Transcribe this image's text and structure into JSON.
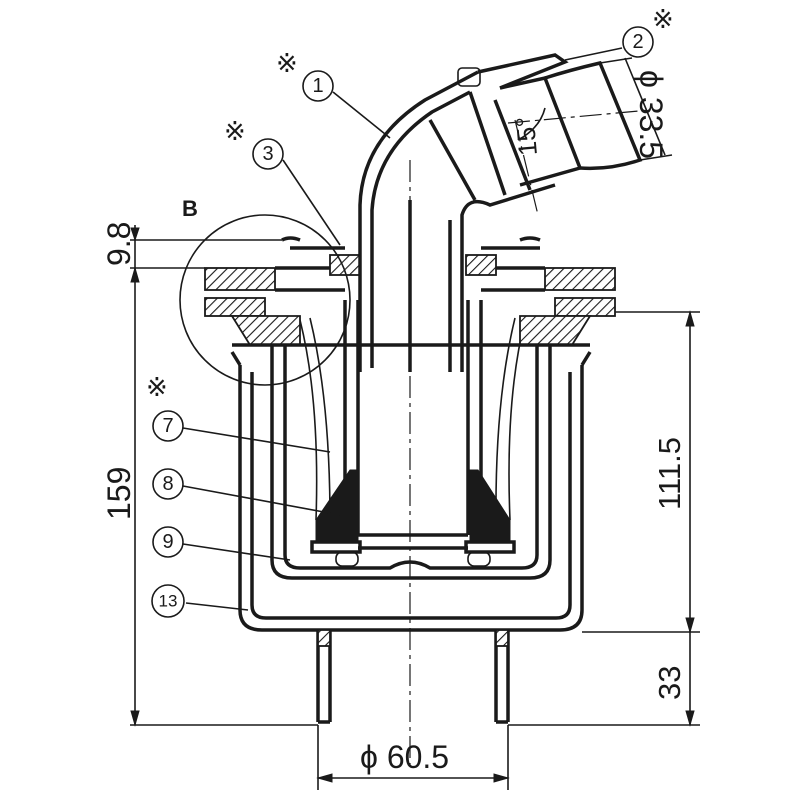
{
  "dimensions": {
    "gap": "9.8",
    "total_height": "159",
    "inner_height": "111.5",
    "outlet_height": "33",
    "outlet_diameter": "ϕ 60.5",
    "hose_diameter": "ϕ 33.5",
    "angle": "15°"
  },
  "detail_label": "B",
  "callouts": [
    {
      "id": "1",
      "glyph": "①",
      "special": true
    },
    {
      "id": "2",
      "glyph": "②",
      "special": true
    },
    {
      "id": "3",
      "glyph": "③",
      "special": true
    },
    {
      "id": "7",
      "glyph": "⑦",
      "special": true
    },
    {
      "id": "8",
      "glyph": "⑧",
      "special": false
    },
    {
      "id": "9",
      "glyph": "⑨",
      "special": false
    },
    {
      "id": "13",
      "glyph": "⑬",
      "special": false
    }
  ],
  "special_mark": "※",
  "colors": {
    "ink": "#1a1a1a",
    "background": "#ffffff"
  }
}
